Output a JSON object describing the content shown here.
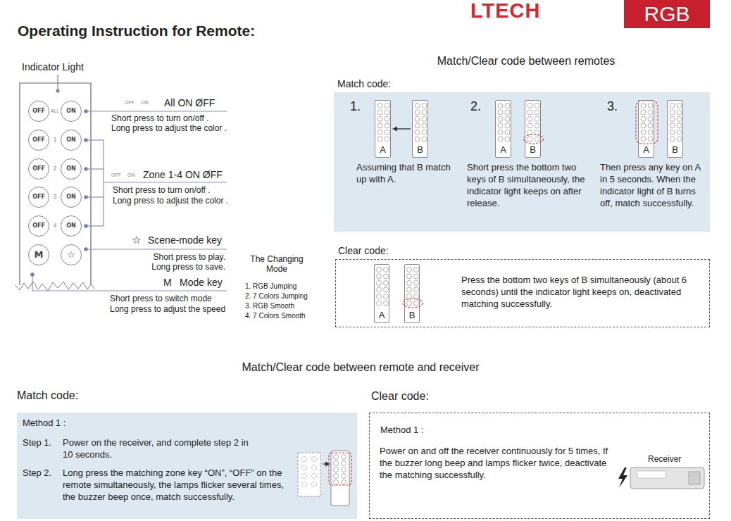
{
  "diagram": {
    "title": "Operating Instruction for Remote:",
    "nodes": [
      {
        "text": [
          "RGB"
        ]
      },
      {
        "text": [
          "OFF"
        ]
      },
      {
        "text": [
          "ON"
        ]
      },
      {
        "text": [
          "OFF"
        ]
      },
      {
        "text": [
          "ON"
        ]
      },
      {
        "text": [
          "OFF"
        ]
      },
      {
        "text": [
          "ON"
        ]
      },
      {
        "text": [
          "OFF"
        ]
      },
      {
        "text": [
          "ON"
        ]
      },
      {
        "text": [
          "OFF"
        ]
      },
      {
        "text": [
          "ON"
        ]
      },
      {
        "text": [
          "M"
        ]
      },
      {
        "text": [
          "☆"
        ]
      },
      {
        "text": [
          "Match code:",
          "1.",
          "Assuming that B match up with A.",
          "2.",
          "Short press the bottom two keys of B simultaneously, the indicator light keeps on after release.",
          "3.",
          "Then press any key on A in 5 seconds. When the indicator light of B turns off, match successfully."
        ]
      },
      {
        "text": [
          "A"
        ],
        "in": 13
      },
      {
        "text": [
          "B"
        ],
        "in": 13
      },
      {
        "text": [
          "A"
        ],
        "in": 13
      },
      {
        "text": [
          "B"
        ],
        "in": 13
      },
      {
        "text": [
          "A"
        ],
        "in": 13
      },
      {
        "text": [
          "B"
        ],
        "in": 13
      },
      {
        "text": [
          "Clear code:",
          "Press the bottom two keys of B simultaneously (about 6 seconds) until the indicator light keeps on, deactivated matching successfully."
        ]
      },
      {
        "text": [
          "A"
        ],
        "in": 20
      },
      {
        "text": [
          "B"
        ],
        "in": 20
      },
      {
        "text": [
          "Match code:",
          "Method 1 :",
          "Step 1.",
          "Power on the receiver, and complete step 2 in 10 seconds.",
          "Step 2.",
          "Long press the matching zone key “ON”, “OFF” on the remote simultaneously, the lamps flicker several times, the buzzer beep once, match successfully."
        ]
      },
      {
        "text": [
          "Clear code:",
          "Method 1 :",
          "Power on and off the receiver continuously for 5 times, If the buzzer long beep and lamps flicker twice, deactivate the matching successfully."
        ]
      }
    ],
    "edges": [
      {
        "from": 15,
        "to": 14,
        "arrow": "to"
      }
    ],
    "labels": [
      "LTECH",
      "Indicator Light",
      "ALL",
      "1",
      "2",
      "3",
      "4",
      "OFF",
      "ON",
      "All ON ØFF",
      "Short press to turn on/off .",
      "Long press to adjust the color .",
      "OFF",
      "ON",
      "Zone 1-4 ON ØFF",
      "Short press to turn on/off .",
      "Long press to adjust the color .",
      "☆",
      "Scene-mode key",
      "Short press to play.",
      "Long press to save.",
      "M",
      "Mode key",
      "Short press to switch mode",
      "Long press to adjust the speed",
      "The Changing Mode",
      "1. RGB Jumping",
      "2. 7 Colors Jumping",
      "3. RGB Smooth",
      "4. 7 Colors Smooth",
      "Match/Clear code between remotes",
      "Match/Clear code between remote and receiver",
      "Receiver"
    ]
  }
}
